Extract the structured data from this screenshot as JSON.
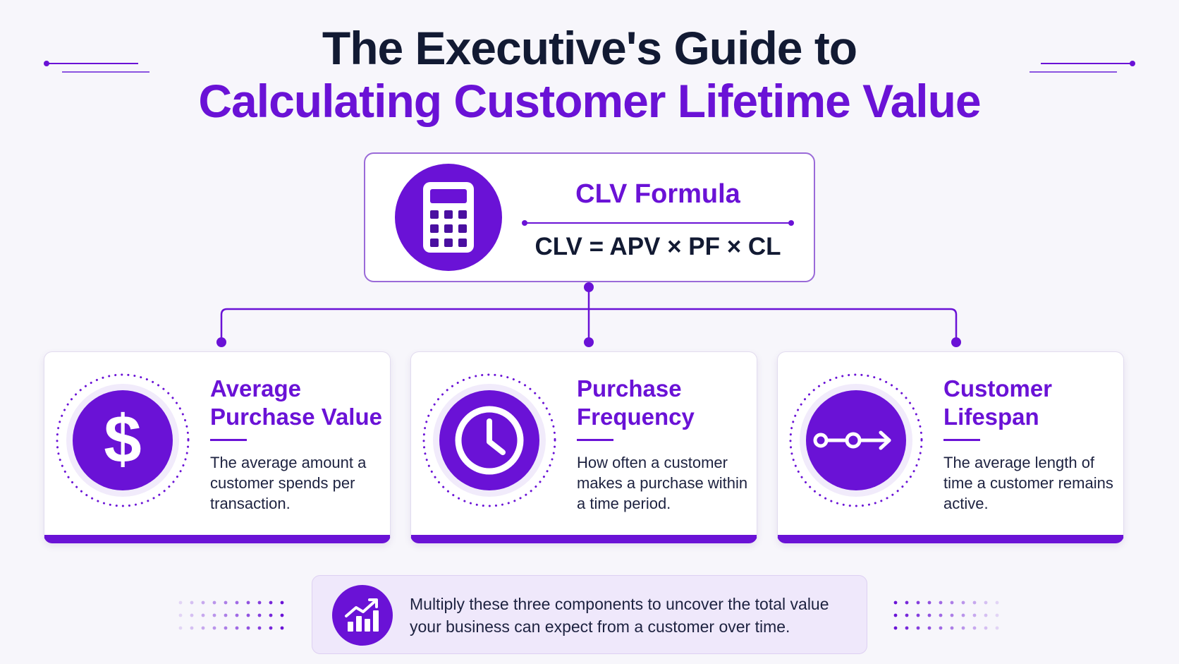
{
  "title": {
    "line1": "The Executive's Guide to",
    "line2": "Calculating Customer Lifetime Value"
  },
  "formula": {
    "heading": "CLV Formula",
    "expression": "CLV = APV × PF × CL",
    "icon": "calculator-icon"
  },
  "components": [
    {
      "title_line1": "Average",
      "title_line2": "Purchase Value",
      "description": "The average amount a customer spends per transaction.",
      "icon": "dollar-icon"
    },
    {
      "title_line1": "Purchase",
      "title_line2": "Frequency",
      "description": "How often a customer makes a purchase within a time period.",
      "icon": "clock-icon"
    },
    {
      "title_line1": "Customer",
      "title_line2": "Lifespan",
      "description": "The average length of time a customer remains active.",
      "icon": "timeline-icon"
    }
  ],
  "summary": {
    "text": "Multiply these three components to uncover the total value your business can expect from a customer over time.",
    "icon": "growth-chart-icon"
  },
  "colors": {
    "accent": "#6a12d6",
    "title_dark": "#121a33",
    "background": "#f7f6fb",
    "summary_bg": "#efe8fb"
  }
}
